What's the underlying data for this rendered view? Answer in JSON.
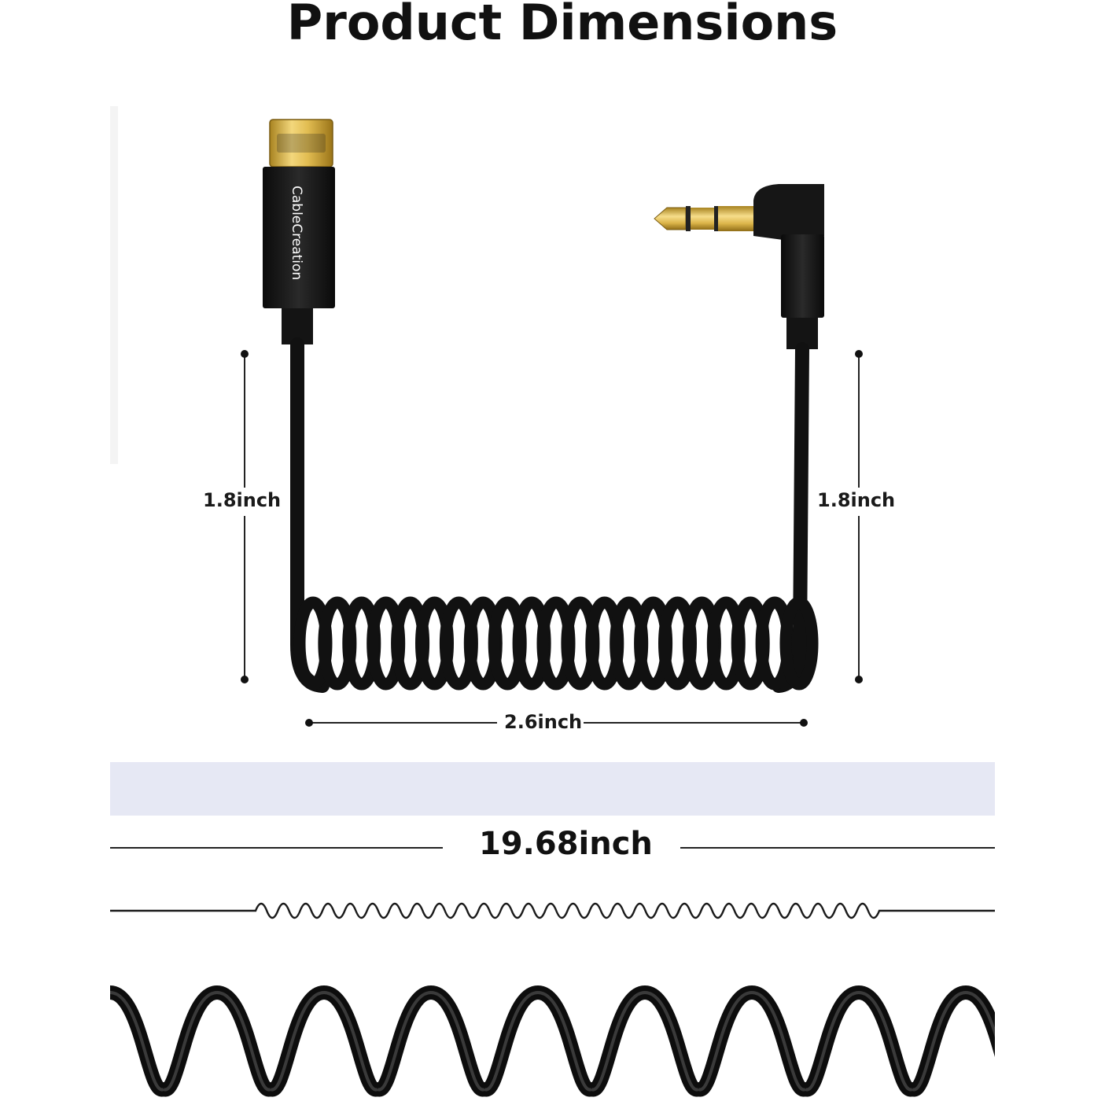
{
  "title": "Product Dimensions",
  "brand": "CableCreation",
  "dimensions": {
    "left_height": "1.8inch",
    "right_height": "1.8inch",
    "coil_width": "2.6inch",
    "stretched_length": "19.68inch"
  },
  "colors": {
    "cable": "#111111",
    "connector_gold": "#d8b24a",
    "band": "#e6e8f4",
    "text": "#111111"
  }
}
